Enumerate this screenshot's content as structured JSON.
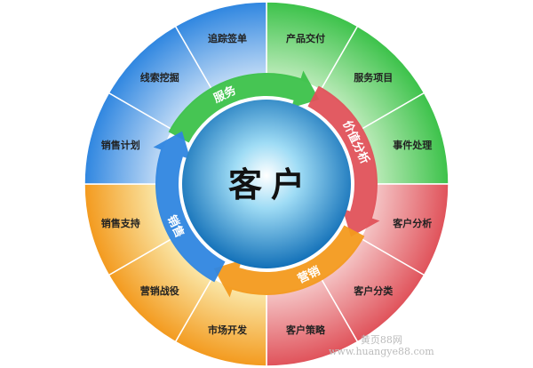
{
  "center": {
    "label": "客户",
    "color": "#1a8fd0"
  },
  "quadrants": [
    {
      "name": "服务",
      "color": "#3cc24a",
      "light": "#c9efc5",
      "segments": [
        "产品交付",
        "服务项目",
        "事件处理"
      ]
    },
    {
      "name": "价值分析",
      "color": "#e0525a",
      "light": "#f7d2d2",
      "segments": [
        "客户分析",
        "客户分类",
        "客户策略"
      ]
    },
    {
      "name": "营销",
      "color": "#f39a1e",
      "light": "#fbf0b8",
      "segments": [
        "市场开发",
        "营销战役",
        "销售支持"
      ]
    },
    {
      "name": "销售",
      "color": "#2f86e0",
      "light": "#cfe3f8",
      "segments": [
        "销售计划",
        "线索挖掘",
        "追踪签单"
      ]
    }
  ],
  "watermark": {
    "line1": "黄页88网",
    "line2": "www.huangye88.com"
  }
}
